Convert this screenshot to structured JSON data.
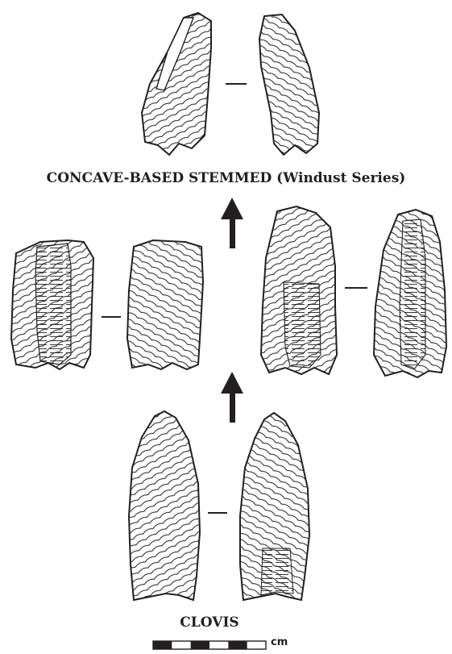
{
  "labels": {
    "top": "CONCAVE-BASED STEMMED (Windust Series)",
    "bottom": "CLOVIS"
  },
  "scale_bar": {
    "unit": "cm",
    "segments": 6
  },
  "colors": {
    "ink": "#231f20",
    "fill": "#ffffff"
  }
}
